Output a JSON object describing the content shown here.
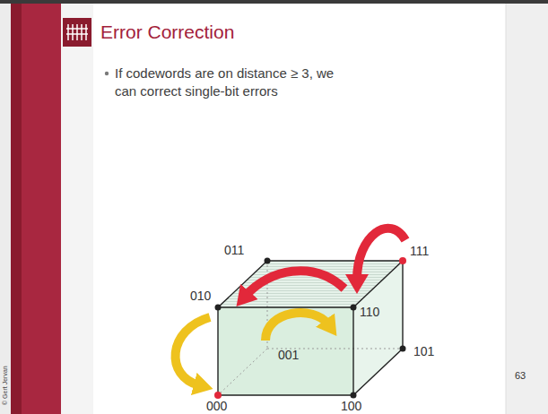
{
  "diagram": {
    "title": "Error Correction",
    "labels": [
      "If codewords are on distance ≥ 3, we can correct single-bit errors",
      "011",
      "111",
      "010",
      "110",
      "001",
      "101",
      "000",
      "100",
      "63",
      "© Gert Jervan"
    ]
  }
}
